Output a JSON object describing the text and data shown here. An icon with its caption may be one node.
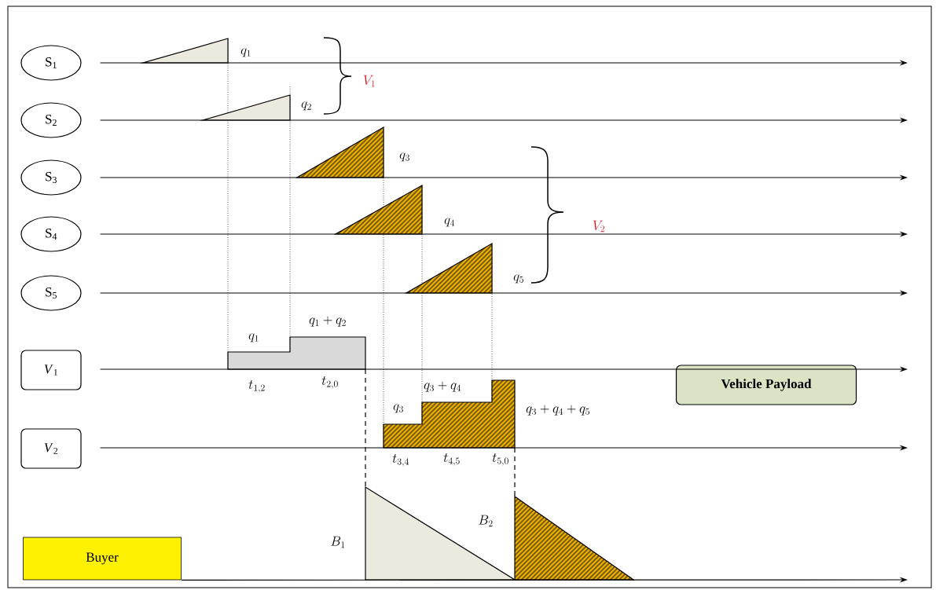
{
  "diagram": {
    "nodes": [
      {
        "text": [
          "S$_{1}$"
        ]
      },
      {
        "text": [
          "S$_{2}$"
        ]
      },
      {
        "text": [
          "S$_{3}$"
        ]
      },
      {
        "text": [
          "S$_{4}$"
        ]
      },
      {
        "text": [
          "S$_{5}$"
        ]
      },
      {
        "text": [
          "*V*$_{1}$"
        ]
      },
      {
        "text": [
          "*V*$_{2}$"
        ]
      },
      {
        "text": [
          "Vehicle Payload"
        ]
      },
      {
        "text": [
          "Buyer"
        ]
      }
    ],
    "edges": [
      {
        "from": 0,
        "to": null,
        "arrow": "to"
      },
      {
        "from": 1,
        "to": null,
        "arrow": "to"
      },
      {
        "from": 2,
        "to": null,
        "arrow": "to"
      },
      {
        "from": 3,
        "to": null,
        "arrow": "to"
      },
      {
        "from": 4,
        "to": null,
        "arrow": "to"
      },
      {
        "from": 5,
        "to": null,
        "arrow": "to"
      },
      {
        "from": 6,
        "to": null,
        "arrow": "to"
      },
      {
        "from": 8,
        "to": null,
        "arrow": "to"
      }
    ],
    "labels": [
      "q_{1}",
      "q_{2}",
      "V_{1}",
      "q_{3}",
      "q_{4}",
      "V_{2}",
      "q_{5}",
      "q_{1} + q_{2}",
      "q_{1}",
      "t_{1,2}",
      "t_{2,0}",
      "q_{3} + q_{4}",
      "q_{3}",
      "q_{3} + q_{4} + q_{5}",
      "t_{3,4}",
      "t_{4,5}",
      "t_{5,0}",
      "B_{1}",
      "B_{2}"
    ]
  }
}
